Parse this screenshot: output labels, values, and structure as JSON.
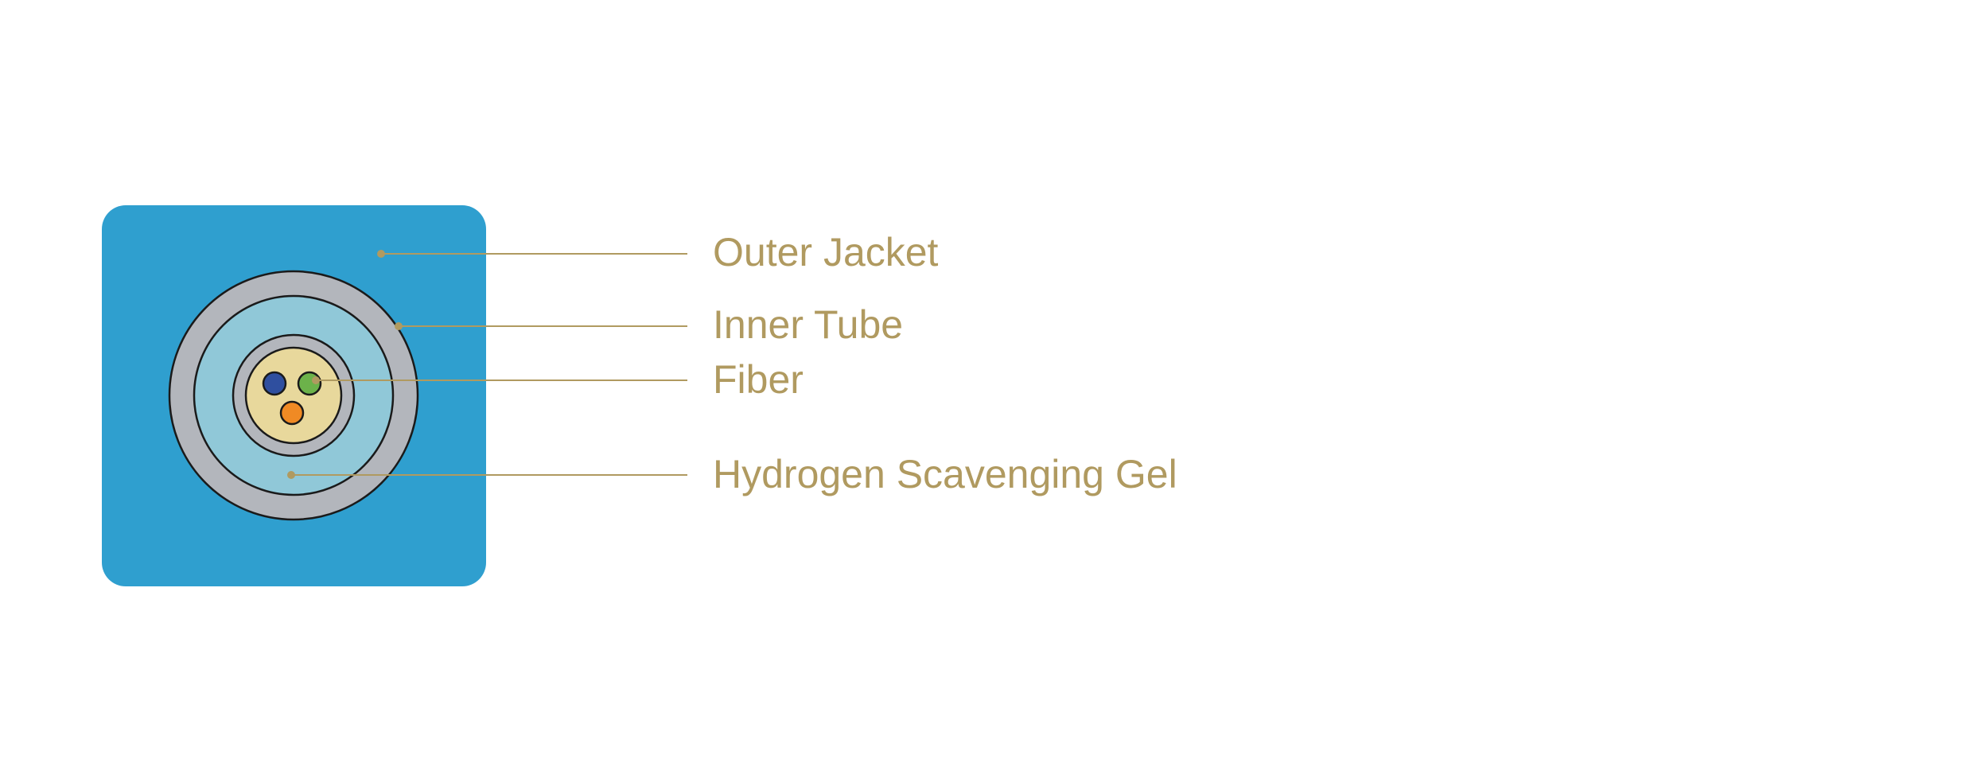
{
  "colors": {
    "background": "#ffffff",
    "outer_jacket": "#2f9fcf",
    "tube_gray": "#b3b6bc",
    "gel": "#90c8d8",
    "fiber_bundle": "#e8d89c",
    "fiber_blue": "#2f4f9f",
    "fiber_green": "#6cb24a",
    "fiber_orange": "#f08a24",
    "outline": "#1a1a1a",
    "leader": "#b09a60"
  },
  "labels": {
    "outer_jacket": "Outer Jacket",
    "inner_tube": "Inner Tube",
    "fiber": "Fiber",
    "hydrogen_gel": "Hydrogen Scavenging Gel"
  }
}
